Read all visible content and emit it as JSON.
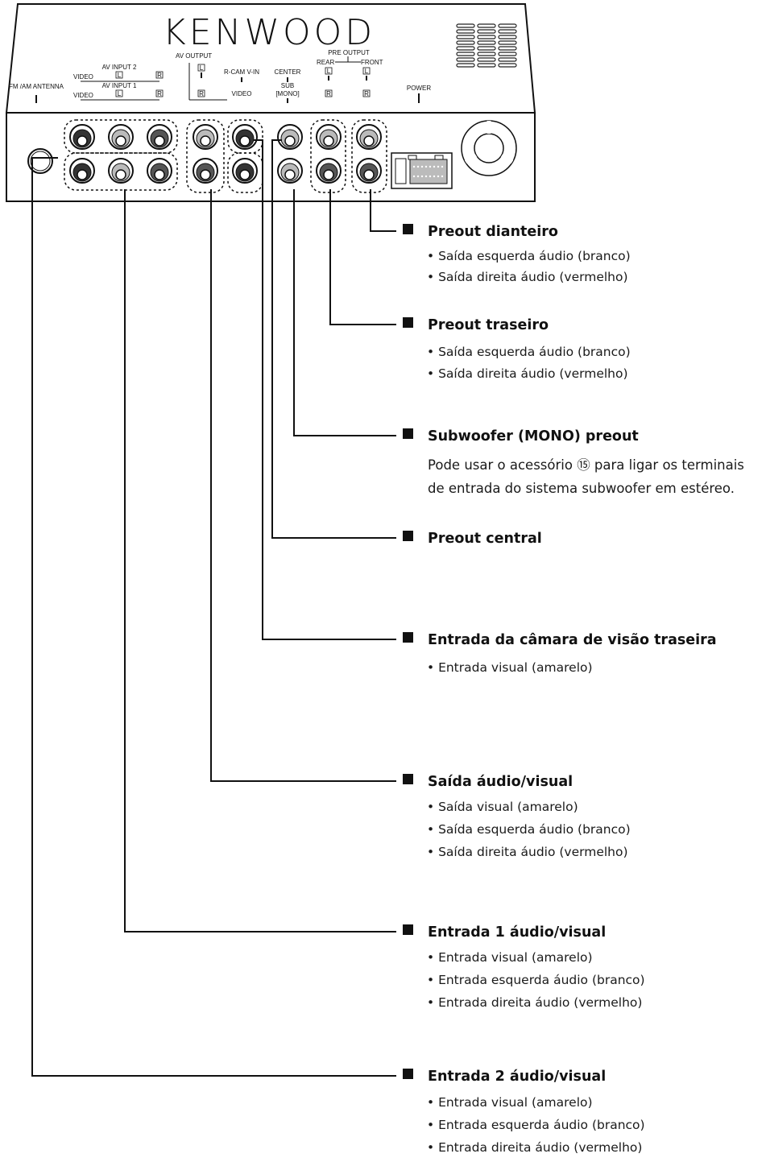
{
  "panel": {
    "brand": "KENWOOD",
    "labels": {
      "fm_am_antenna": "FM /AM ANTENNA",
      "av_input_2": "AV INPUT 2",
      "av_input_1": "AV INPUT 1",
      "video_top": "VIDEO",
      "video_bottom": "VIDEO",
      "l_in2": "L",
      "r_in2": "R",
      "l_in1": "L",
      "r_in1": "R",
      "av_output": "AV OUTPUT",
      "l_out": "L",
      "r_out": "R",
      "r_cam_v_in": "R-CAM V-IN",
      "video_out": "VIDEO",
      "center": "CENTER",
      "sub": "SUB",
      "mono": "[MONO]",
      "pre_output": "PRE OUTPUT",
      "rear": "REAR",
      "front": "FRONT",
      "l_rear": "L",
      "l_front": "L",
      "r_rear": "R",
      "r_front": "R",
      "power": "POWER"
    }
  },
  "sections": [
    {
      "title": "Preout dianteiro",
      "items": [
        "• Saída esquerda áudio (branco)",
        "• Saída direita áudio (vermelho)"
      ]
    },
    {
      "title": "Preout traseiro",
      "items": [
        "• Saída esquerda áudio (branco)",
        "• Saída direita áudio (vermelho)"
      ]
    },
    {
      "title": "Subwoofer (MONO) preout",
      "items": [],
      "note": [
        "Pode usar o acessório ⑮ para ligar os terminais",
        "de entrada do sistema subwoofer em estéreo."
      ]
    },
    {
      "title": "Preout central",
      "items": []
    },
    {
      "title": "Entrada da câmara de visão traseira",
      "items": [
        "• Entrada visual (amarelo)"
      ]
    },
    {
      "title": "Saída áudio/visual",
      "items": [
        "• Saída visual (amarelo)",
        "• Saída esquerda áudio (branco)",
        "• Saída direita áudio (vermelho)"
      ]
    },
    {
      "title": "Entrada 1 áudio/visual",
      "items": [
        "• Entrada visual (amarelo)",
        "• Entrada esquerda áudio (branco)",
        "• Entrada direita áudio (vermelho)"
      ]
    },
    {
      "title": "Entrada 2 áudio/visual",
      "items": [
        "• Entrada visual (amarelo)",
        "• Entrada esquerda áudio (branco)",
        "• Entrada direita áudio (vermelho)"
      ]
    }
  ]
}
